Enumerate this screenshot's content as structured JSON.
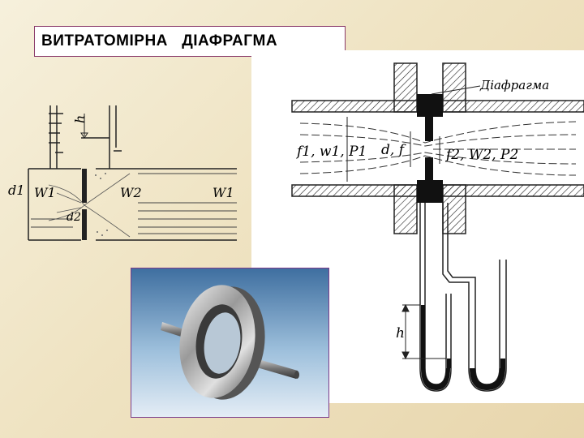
{
  "title": "ВИТРАТОМІРНА   ДІАФРАГМА",
  "left_diagram": {
    "label_h": "h",
    "label_d1": "d1",
    "label_d2": "d2",
    "label_w1_left": "W1",
    "label_w2": "W2",
    "label_w1_right": "W1"
  },
  "right_diagram": {
    "label_diaphragm": "Діафрагма",
    "label_upstream": "f1, w1, P1",
    "label_orifice": "d, f",
    "label_downstream": "f2, W2, P2",
    "label_h": "h"
  },
  "photo": {
    "subject": "orifice-plate-photo"
  }
}
